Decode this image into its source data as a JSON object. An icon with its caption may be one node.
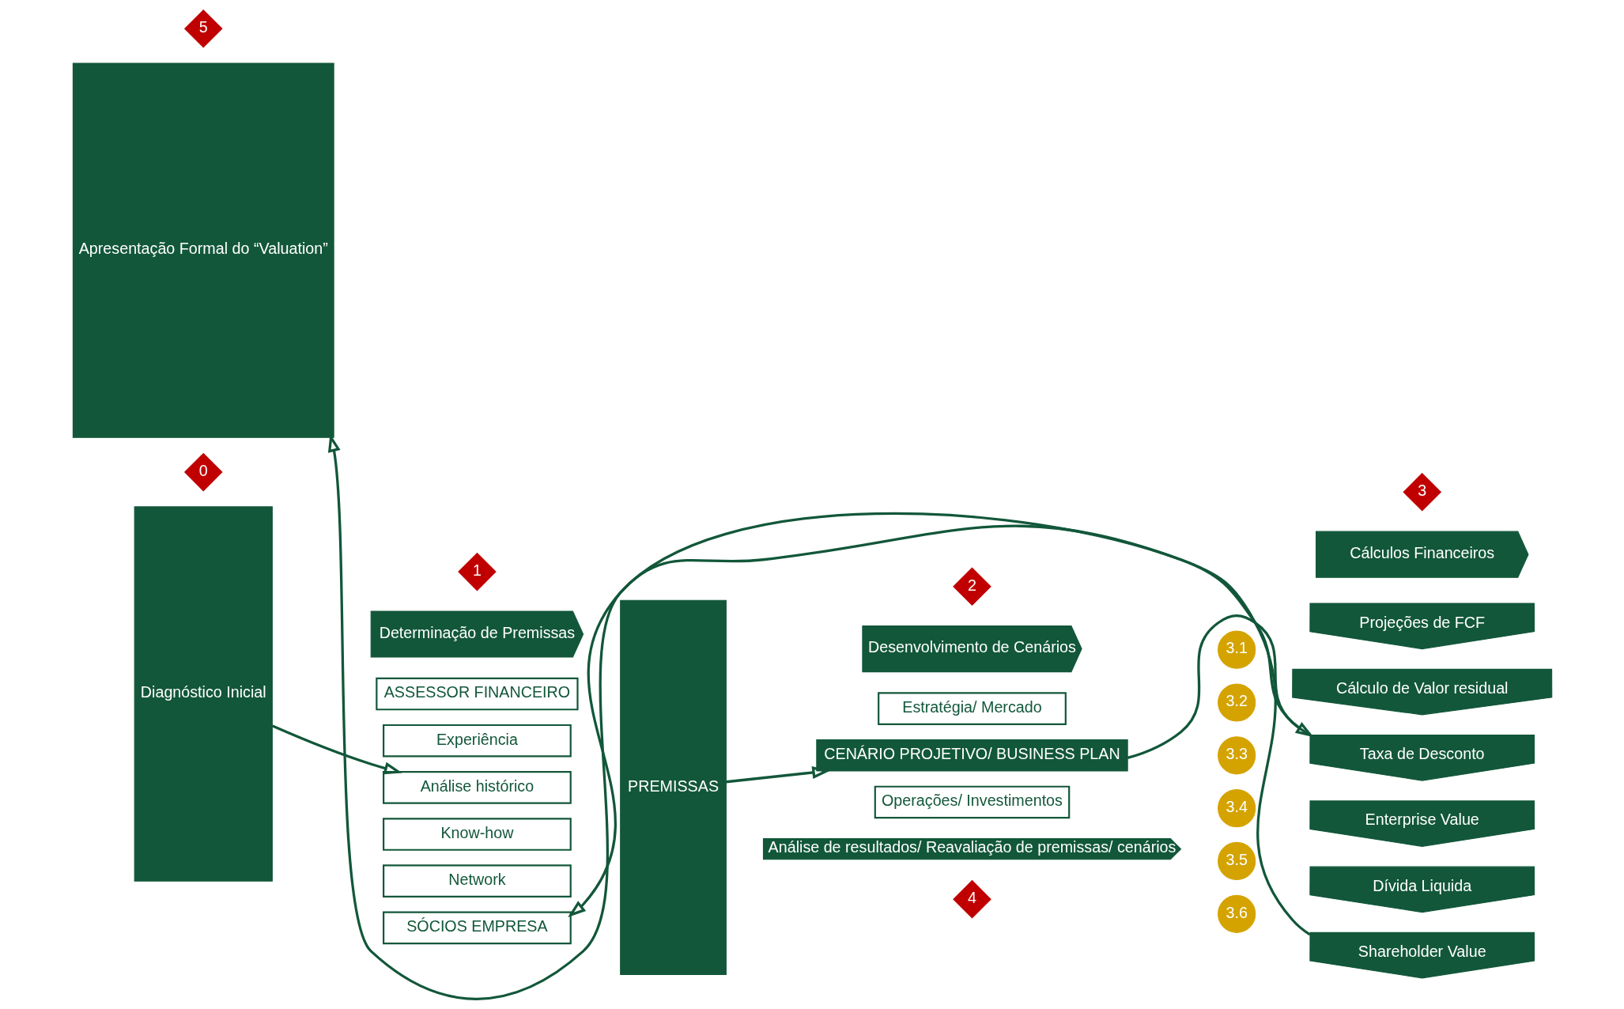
{
  "diagram": {
    "nodes": [
      {
        "text": [
          "1"
        ]
      },
      {
        "text": [
          "2"
        ]
      },
      {
        "text": [
          "3"
        ]
      },
      {
        "text": [
          "Determinação de Premissas"
        ]
      },
      {
        "text": [
          "Desenvolvimento de Cenários"
        ]
      },
      {
        "text": [
          "Cálculos Financeiros"
        ]
      },
      {
        "text": [
          "0"
        ]
      },
      {
        "text": [
          "5"
        ]
      },
      {
        "text": [
          "Diagnóstico Inicial"
        ]
      },
      {
        "text": [
          "ASSESSOR FINANCEIRO"
        ]
      },
      {
        "text": [
          "Estratégia/ Mercado"
        ]
      },
      {
        "text": [
          "3.1"
        ]
      },
      {
        "text": [
          "Projeções de FCF"
        ]
      },
      {
        "text": [
          "Apresentação Formal do “Valuation”"
        ]
      },
      {
        "text": [
          "Experiência"
        ]
      },
      {
        "text": [
          "Análise histórico"
        ]
      },
      {
        "text": [
          "Know-how"
        ]
      },
      {
        "text": [
          "Network"
        ]
      },
      {
        "text": [
          "PREMISSAS"
        ]
      },
      {
        "text": [
          "CENÁRIO PROJETIVO/ BUSINESS PLAN"
        ]
      },
      {
        "text": [
          "3.2"
        ]
      },
      {
        "text": [
          "Cálculo de Valor residual"
        ]
      },
      {
        "text": [
          "3.3"
        ]
      },
      {
        "text": [
          "Taxa de Desconto"
        ]
      },
      {
        "text": [
          "3.4"
        ]
      },
      {
        "text": [
          "Enterprise Value"
        ]
      },
      {
        "text": [
          "3.5"
        ]
      },
      {
        "text": [
          "Dívida Liquida"
        ]
      },
      {
        "text": [
          "3.6"
        ]
      },
      {
        "text": [
          "Shareholder Value"
        ]
      },
      {
        "text": [
          "SÓCIOS EMPRESA"
        ]
      },
      {
        "text": [
          "Operações/ Investimentos"
        ]
      },
      {
        "text": [
          "Análise de resultados/ Reavaliação de premissas/ cenários"
        ]
      },
      {
        "text": [
          "4"
        ]
      }
    ],
    "edges": [
      {
        "from": 8,
        "to": 15,
        "arrow": "to"
      },
      {
        "from": 18,
        "to": 19,
        "arrow": "to"
      },
      {
        "from": 19,
        "to": 23,
        "arrow": "to"
      },
      {
        "from": 23,
        "to": 13,
        "arrow": "to"
      },
      {
        "from": 29,
        "to": 30,
        "arrow": "to"
      }
    ]
  }
}
